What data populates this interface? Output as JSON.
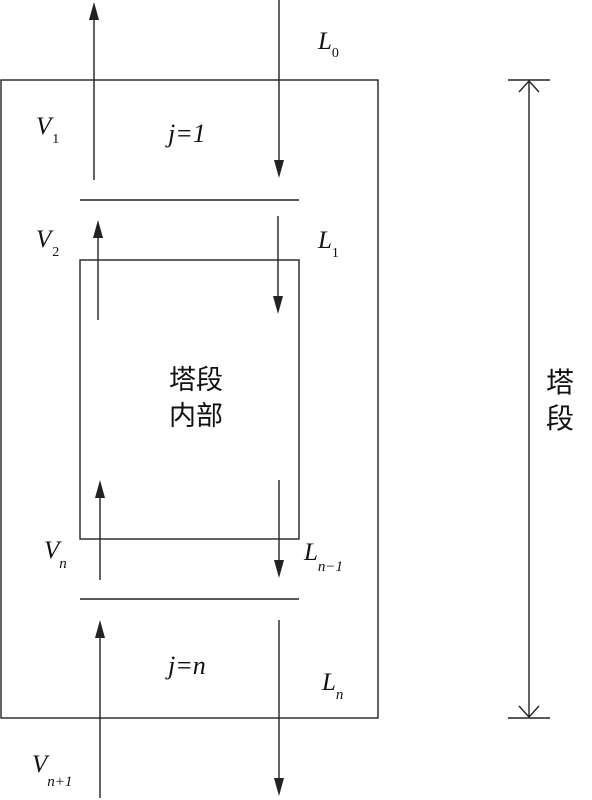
{
  "diagram": {
    "labels": {
      "L0_main": "L",
      "L0_sub": "0",
      "V1_main": "V",
      "V1_sub": "1",
      "j1": "j=1",
      "V2_main": "V",
      "V2_sub": "2",
      "L1_main": "L",
      "L1_sub": "1",
      "inner_line1": "塔段",
      "inner_line2": "内部",
      "Vn_main": "V",
      "Vn_sub": "n",
      "Ln1_main": "L",
      "Ln1_sub": "n−1",
      "jn": "j=n",
      "Ln_main": "L",
      "Ln_sub": "n",
      "Vn1_main": "V",
      "Vn1_sub": "n+1",
      "section_char1": "塔",
      "section_char2": "段"
    }
  }
}
